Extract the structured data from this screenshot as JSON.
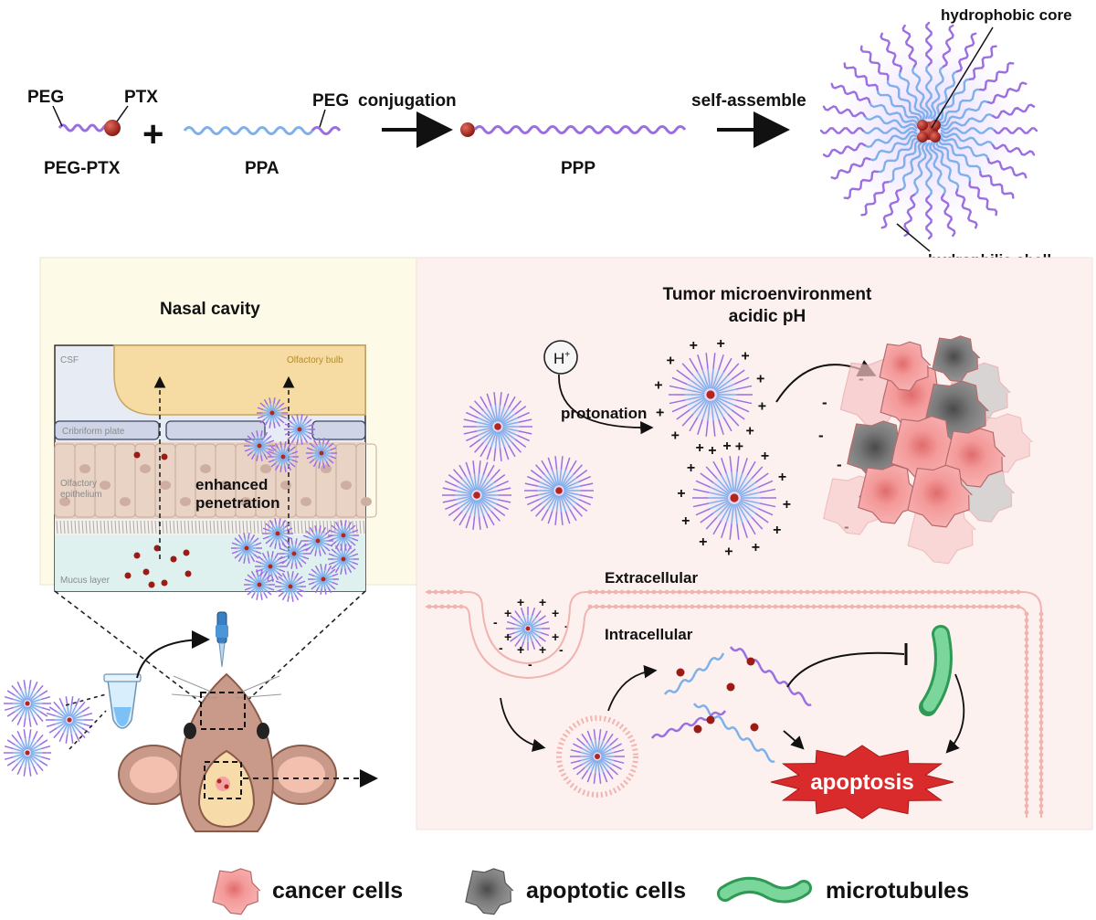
{
  "synthesis": {
    "peg_label_1": "PEG",
    "ptx_label": "PTX",
    "plus": "+",
    "peg_label_2": "PEG",
    "conjugation": "conjugation",
    "self_assemble": "self-assemble",
    "peg_ptx": "PEG-PTX",
    "ppa": "PPA",
    "ppp": "PPP",
    "hydrophobic_core": "hydrophobic core",
    "hydrophilic_shell": "hydrophilic shell"
  },
  "nasal_panel": {
    "title": "Nasal cavity",
    "csf": "CSF",
    "olfactory_bulb": "Olfactory bulb",
    "cribriform_plate": "Cribriform plate",
    "olfactory_epithelium_1": "Olfactory",
    "olfactory_epithelium_2": "epithelium",
    "mucus_layer": "Mucus layer",
    "enhanced_1": "enhanced",
    "enhanced_2": "penetration"
  },
  "tumor_panel": {
    "title_1": "Tumor microenvironment",
    "title_2": "acidic pH",
    "h_plus": "H",
    "h_plus_sup": "+",
    "protonation": "protonation",
    "extracellular": "Extracellular",
    "intracellular": "Intracellular",
    "apoptosis": "apoptosis"
  },
  "legend": {
    "cancer_cells": "cancer cells",
    "apoptotic_cells": "apoptotic cells",
    "microtubules": "microtubules"
  },
  "colors": {
    "peg_purple": "#9b6fe0",
    "ppa_blue": "#7fb0ea",
    "drug_red": "#b3261e",
    "panel_yellow": "#fdfbe7",
    "panel_pink": "#fdf1f0",
    "cancer_pink": "#f2a0a0",
    "apoptotic_gray": "#7a7a7a",
    "microtubule_green": "#3fb56a",
    "apoptosis_red": "#d92b2b"
  }
}
